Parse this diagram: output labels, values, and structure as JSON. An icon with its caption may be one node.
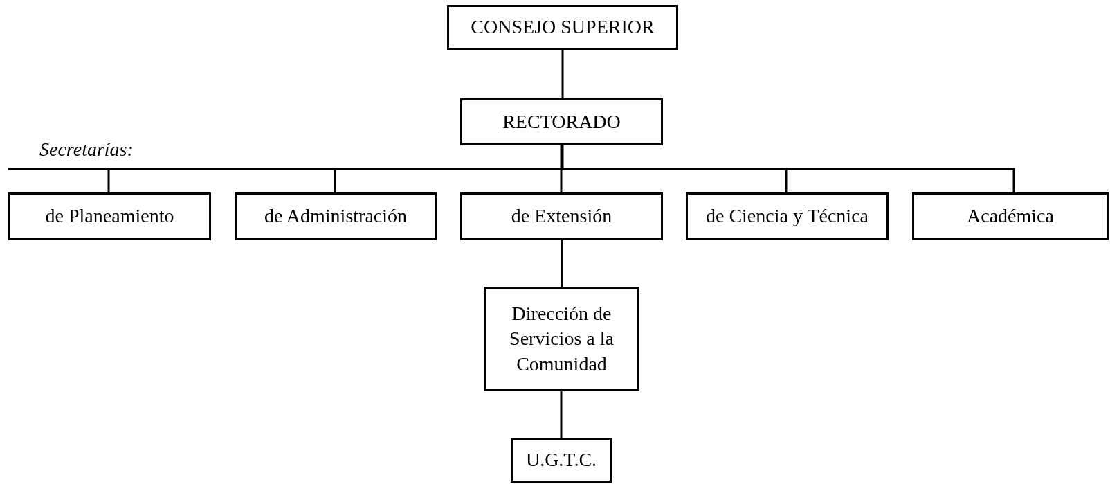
{
  "diagram": {
    "nodes": [
      {
        "text": [
          "CONSEJO SUPERIOR"
        ]
      },
      {
        "text": [
          "RECTORADO"
        ]
      },
      {
        "text": [
          "de Planeamiento"
        ]
      },
      {
        "text": [
          "de Administración"
        ]
      },
      {
        "text": [
          "de Extensión"
        ]
      },
      {
        "text": [
          "de Ciencia y Técnica"
        ]
      },
      {
        "text": [
          "Académica"
        ]
      },
      {
        "text": [
          "Dirección de Servicios a la Comunidad"
        ]
      },
      {
        "text": [
          "U.G.T.C."
        ]
      }
    ],
    "edges": [
      {
        "from": 0,
        "to": 1,
        "arrow": "none"
      },
      {
        "from": 1,
        "to": 2,
        "arrow": "none"
      },
      {
        "from": 1,
        "to": 3,
        "arrow": "none"
      },
      {
        "from": 1,
        "to": 4,
        "arrow": "none"
      },
      {
        "from": 1,
        "to": 5,
        "arrow": "none"
      },
      {
        "from": 1,
        "to": 6,
        "arrow": "none"
      },
      {
        "from": 4,
        "to": 7,
        "arrow": "none"
      },
      {
        "from": 7,
        "to": 8,
        "arrow": "none"
      }
    ],
    "labels": [
      "Secretarías:"
    ]
  }
}
